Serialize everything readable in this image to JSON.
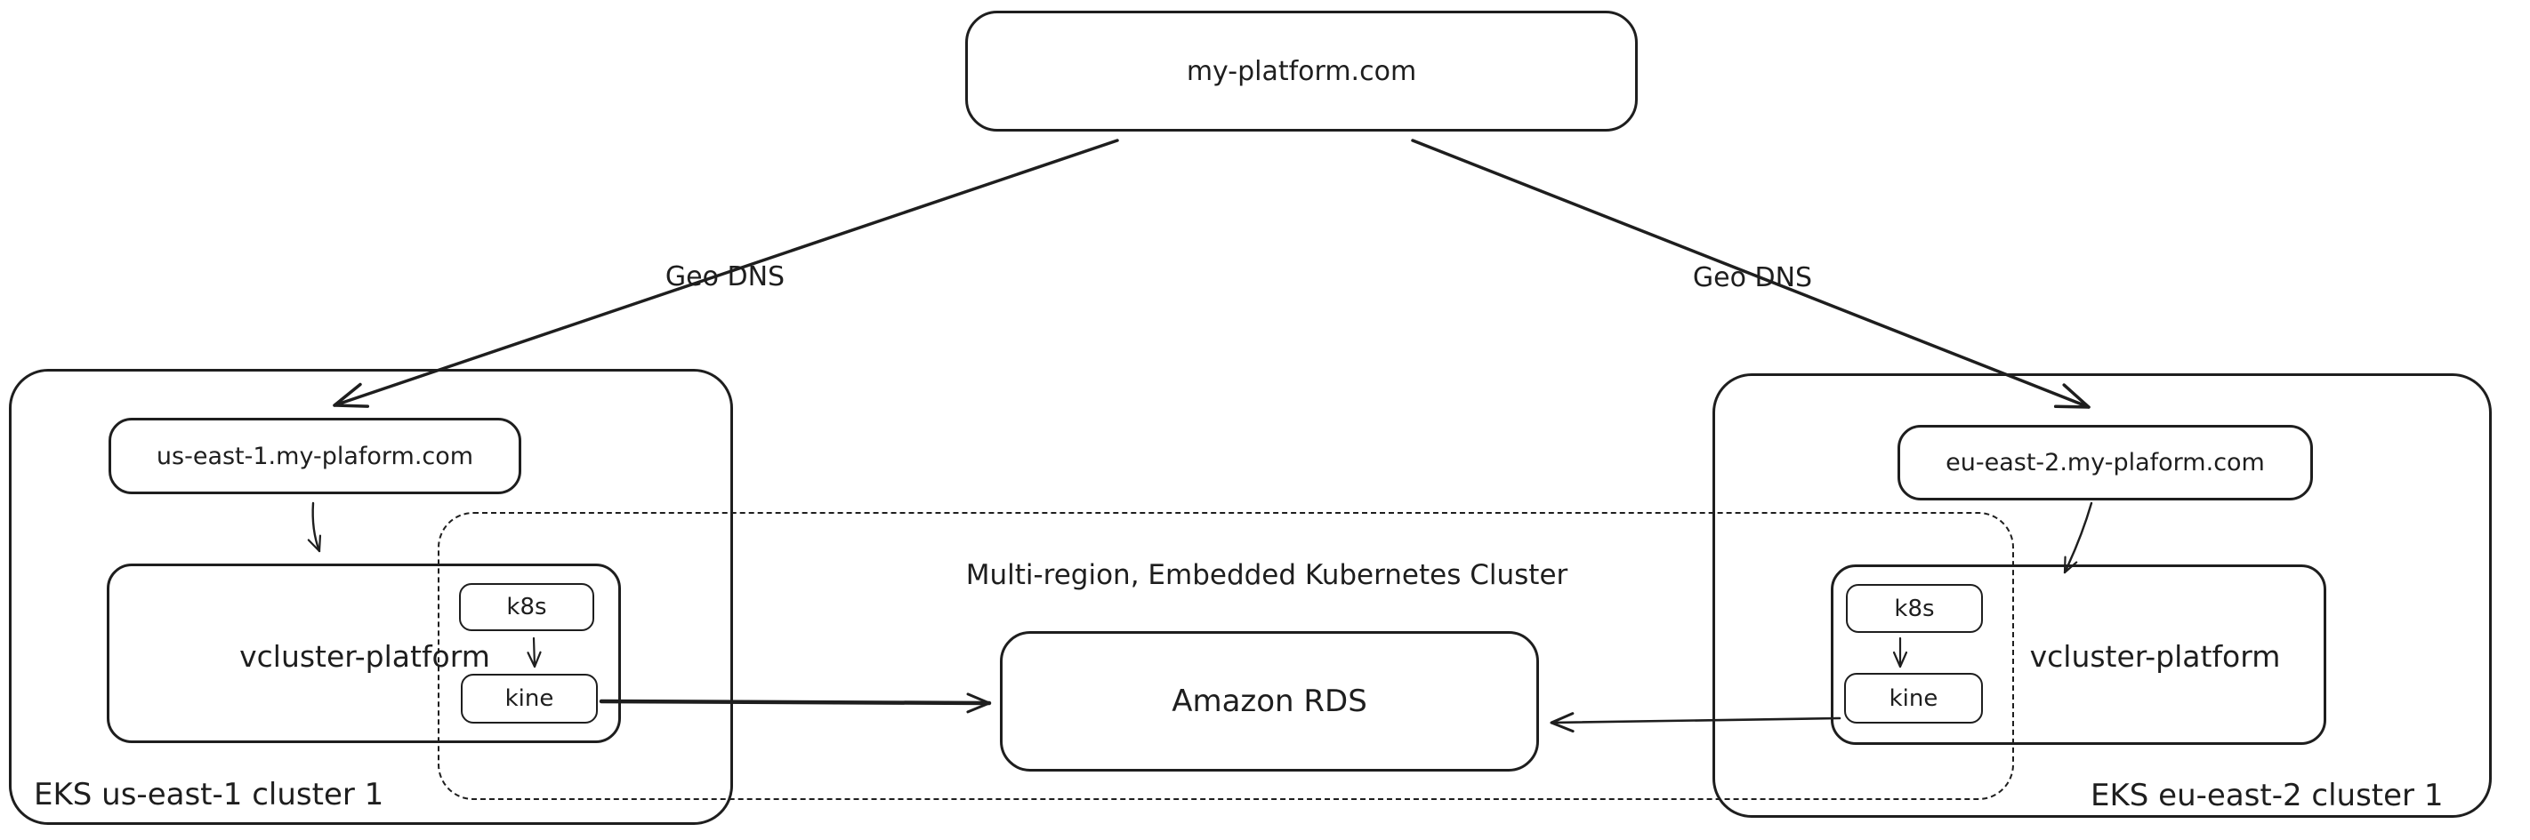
{
  "diagram": {
    "colors": {
      "stroke": "#1e1e1e",
      "background": "#ffffff"
    },
    "root": {
      "label": "my-platform.com"
    },
    "edge_labels": {
      "geo_dns_left": "Geo DNS",
      "geo_dns_right": "Geo DNS"
    },
    "group": {
      "title": "Multi-region, Embedded Kubernetes Cluster"
    },
    "rds": {
      "label": "Amazon RDS"
    },
    "left_cluster": {
      "name": "EKS us-east-1 cluster 1",
      "dns": "us-east-1.my-plaform.com",
      "vcluster": {
        "label": "vcluster-platform",
        "k8s": "k8s",
        "kine": "kine"
      }
    },
    "right_cluster": {
      "name": "EKS eu-east-2 cluster 1",
      "dns": "eu-east-2.my-plaform.com",
      "vcluster": {
        "label": "vcluster-platform",
        "k8s": "k8s",
        "kine": "kine"
      }
    }
  }
}
